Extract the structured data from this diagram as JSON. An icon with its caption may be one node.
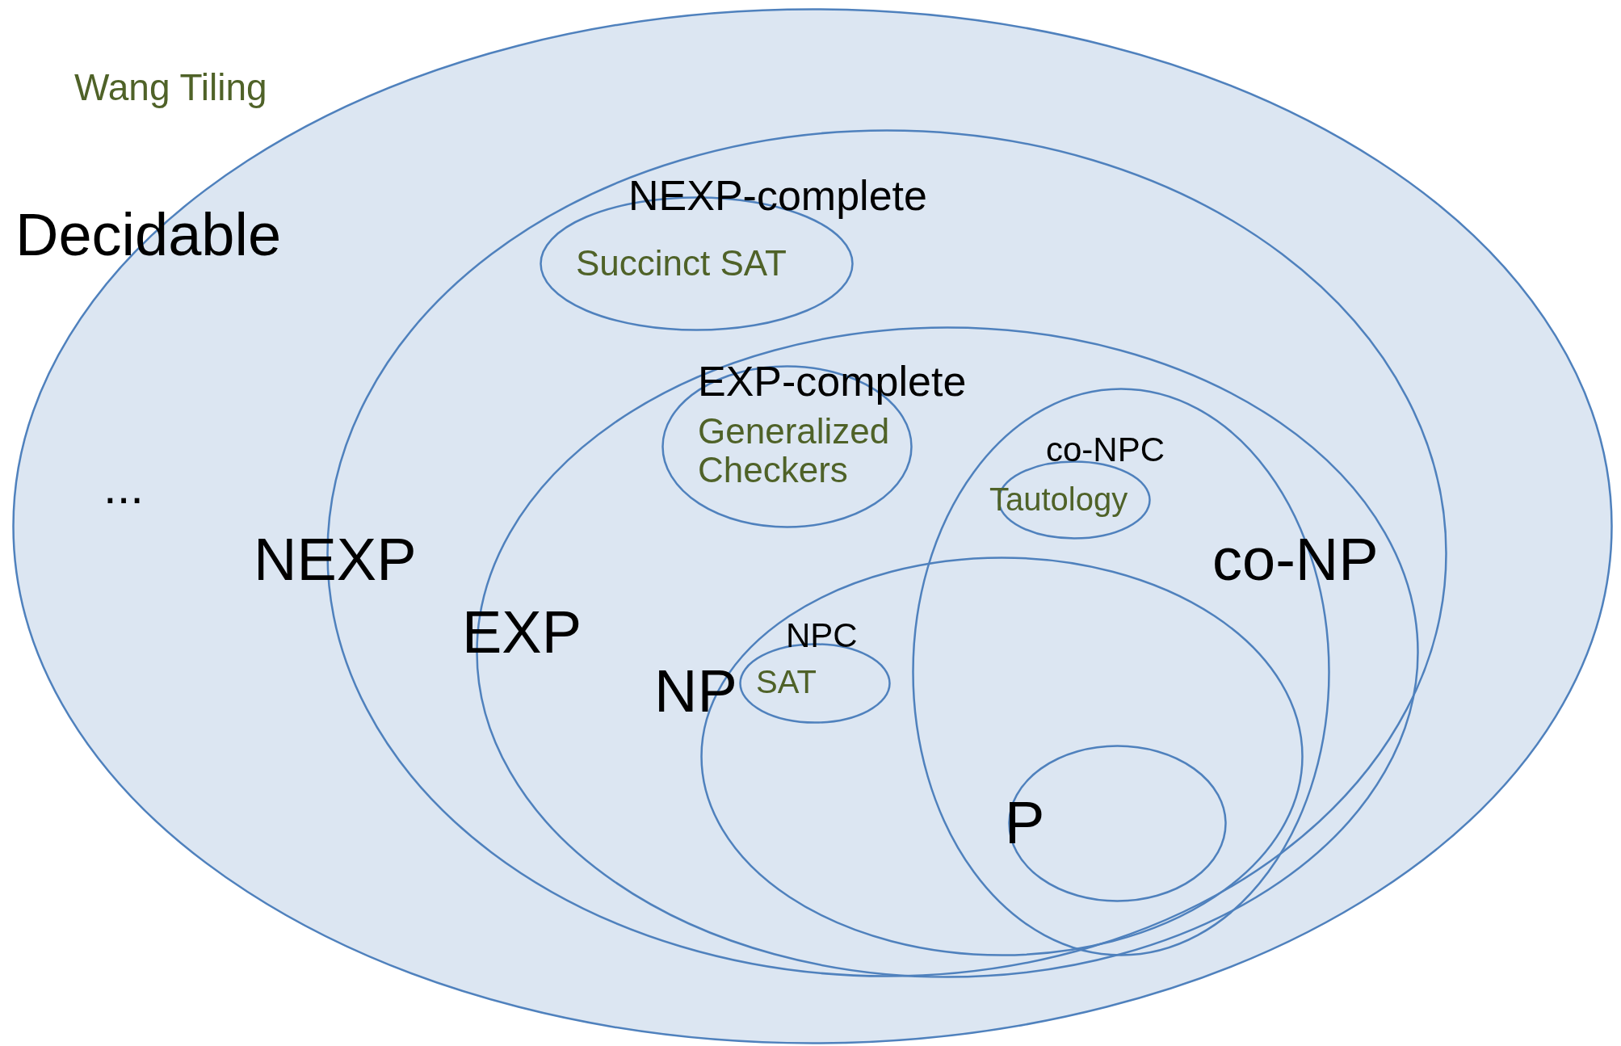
{
  "diagram": {
    "nodes": [
      {
        "text": [
          "Decidable"
        ]
      },
      {
        "text": [
          "NEXP"
        ],
        "in": 0
      },
      {
        "text": [
          "NEXP-complete",
          "Succinct SAT"
        ],
        "in": 1
      },
      {
        "text": [
          "EXP"
        ],
        "in": 1
      },
      {
        "text": [
          "EXP-complete",
          "Generalized Checkers"
        ],
        "in": 3
      },
      {
        "text": [
          "co-NP"
        ],
        "in": 3
      },
      {
        "text": [
          "co-NPC",
          "Tautology"
        ],
        "in": 5
      },
      {
        "text": [
          "NP"
        ],
        "in": 3
      },
      {
        "text": [
          "NPC",
          "SAT"
        ],
        "in": 7
      },
      {
        "text": [
          "P"
        ]
      }
    ],
    "edges": [],
    "labels": [
      "Wang Tiling",
      "..."
    ]
  }
}
